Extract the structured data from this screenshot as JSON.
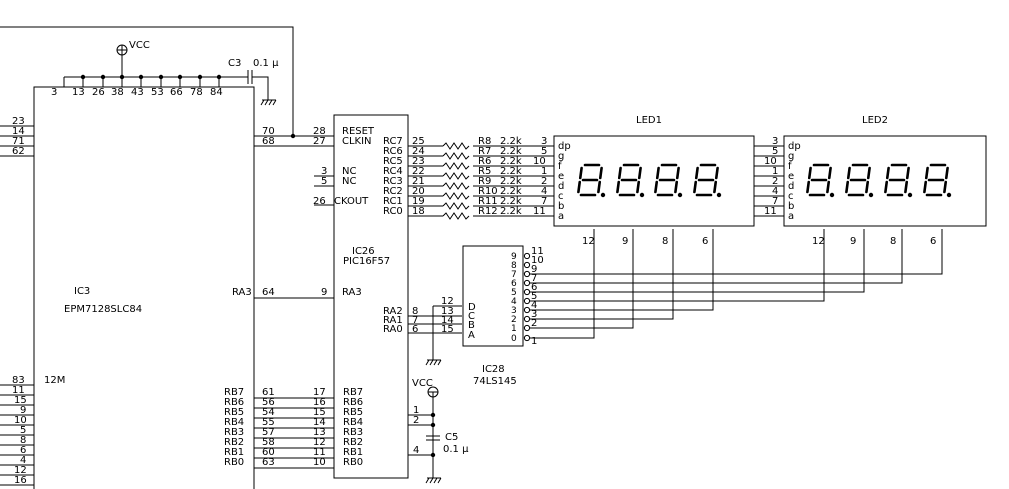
{
  "schematic": {
    "vcc_labels": [
      "VCC",
      "VCC"
    ],
    "ic3": {
      "name": "IC3",
      "part": "EPM7128SLC84",
      "top_pins": [
        "3",
        "13",
        "26",
        "38",
        "43",
        "53",
        "66",
        "78",
        "84"
      ],
      "left_pins_top": [
        "23",
        "14",
        "71",
        "62"
      ],
      "left_pins_bottom": [
        "83",
        "11",
        "15",
        "9",
        "10",
        "5",
        "8",
        "6",
        "4",
        "12",
        "16"
      ],
      "clock_label": "12M",
      "right_top_pins": [
        "70",
        "68"
      ],
      "ra3_label": "RA3",
      "ra3_pin": "64",
      "rb_labels": [
        "RB7",
        "RB6",
        "RB5",
        "RB4",
        "RB3",
        "RB2",
        "RB1",
        "RB0"
      ],
      "rb_pins": [
        "61",
        "56",
        "54",
        "55",
        "57",
        "58",
        "60",
        "63"
      ]
    },
    "c3": {
      "name": "C3",
      "value": "0.1 μ"
    },
    "c5": {
      "name": "C5",
      "value": "0.1 μ"
    },
    "ic26": {
      "name": "IC26",
      "part": "PIC16F57",
      "reset_pin": "28",
      "reset_label": "RESET",
      "clkin_pin": "27",
      "clkin_label": "CLKIN",
      "nc_pins": [
        "3",
        "5"
      ],
      "nc_labels": [
        "NC",
        "NC"
      ],
      "ckout_pin": "26",
      "ckout_label": "CKOUT",
      "ra3_pin": "9",
      "ra3_label": "RA3",
      "rc_labels": [
        "RC7",
        "RC6",
        "RC5",
        "RC4",
        "RC3",
        "RC2",
        "RC1",
        "RC0"
      ],
      "rc_pins": [
        "25",
        "24",
        "23",
        "22",
        "21",
        "20",
        "19",
        "18"
      ],
      "ra_labels": [
        "RA2",
        "RA1",
        "RA0"
      ],
      "ra_pins": [
        "8",
        "7",
        "6"
      ],
      "rb_pins": [
        "17",
        "16",
        "15",
        "14",
        "13",
        "12",
        "11",
        "10"
      ],
      "rb_labels": [
        "RB7",
        "RB6",
        "RB5",
        "RB4",
        "RB3",
        "RB2",
        "RB1",
        "RB0"
      ]
    },
    "rb_stub_pins": [
      "1",
      "2",
      "4"
    ],
    "resistors": {
      "names": [
        "R8",
        "R7",
        "R6",
        "R5",
        "R9",
        "R10",
        "R11",
        "R12"
      ],
      "values": [
        "2.2k",
        "2.2k",
        "2.2k",
        "2.2k",
        "2.2k",
        "2.2k",
        "2.2k",
        "2.2k"
      ]
    },
    "led_segments": [
      "dp",
      "g",
      "f",
      "e",
      "d",
      "c",
      "b",
      "a"
    ],
    "led_segment_pins": [
      "3",
      "5",
      "10",
      "1",
      "2",
      "4",
      "7",
      "11"
    ],
    "led_digit_pins": [
      "12",
      "9",
      "8",
      "6"
    ],
    "led1": {
      "name": "LED1"
    },
    "led2": {
      "name": "LED2"
    },
    "ic28": {
      "name": "IC28",
      "part": "74LS145",
      "in_pins": [
        "12",
        "13",
        "14",
        "15"
      ],
      "in_labels": [
        "D",
        "C",
        "B",
        "A"
      ],
      "out_labels": [
        "9",
        "8",
        "7",
        "6",
        "5",
        "4",
        "3",
        "2",
        "1",
        "0"
      ],
      "out_pins": [
        "11",
        "10",
        "9",
        "7",
        "6",
        "5",
        "4",
        "3",
        "2",
        "1"
      ]
    }
  }
}
